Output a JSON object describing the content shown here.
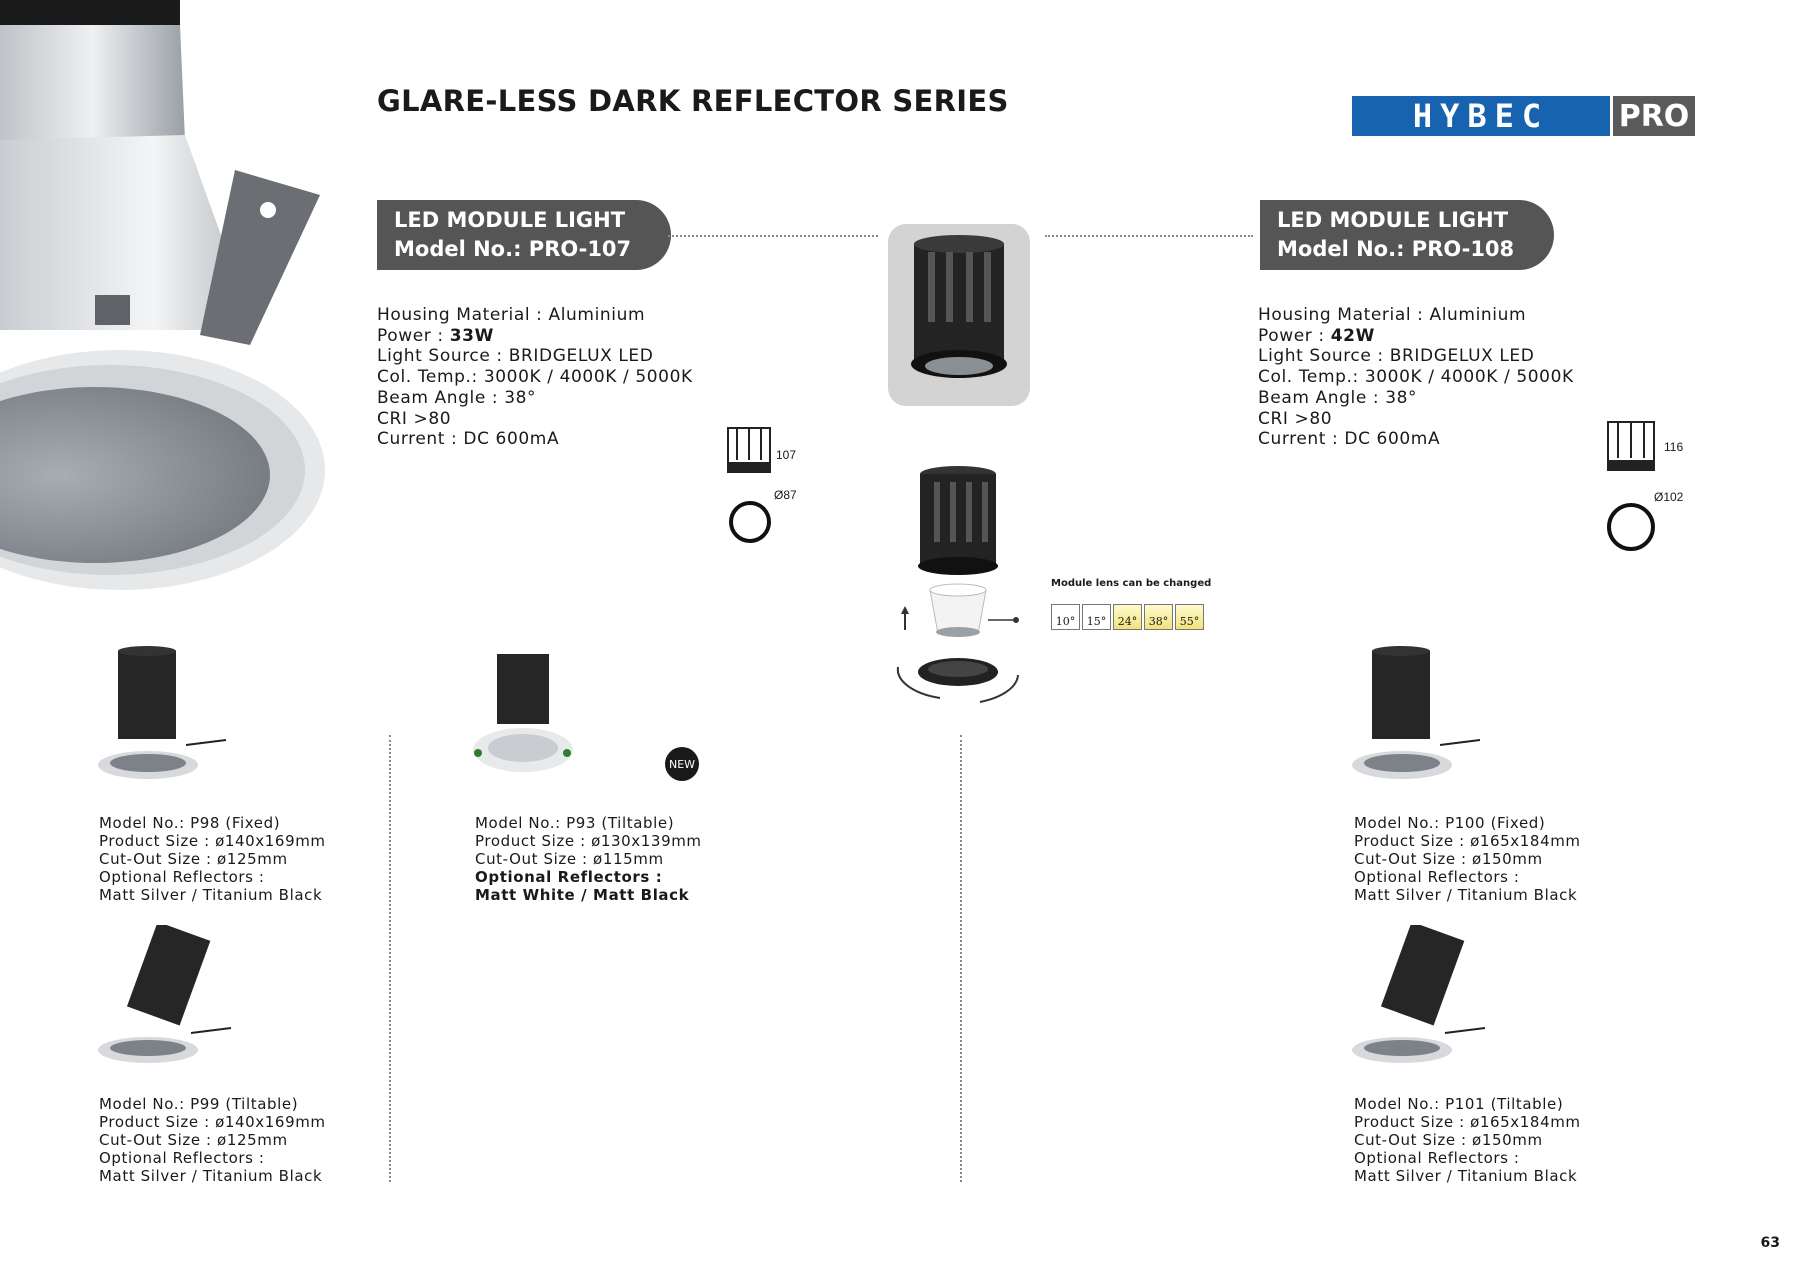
{
  "header": {
    "title": "GLARE-LESS DARK REFLECTOR SERIES",
    "logo_text": "HYBEC",
    "logo_sub": "PRO"
  },
  "modules": [
    {
      "badge_line1": "LED MODULE LIGHT",
      "badge_line2": "Model No.: PRO-107",
      "specs": {
        "housing": "Housing Material : Aluminium",
        "power_label": "Power : ",
        "power_value": "33W",
        "light_source": "Light Source : BRIDGELUX LED",
        "col_temp": "Col. Temp.: 3000K / 4000K / 5000K",
        "beam": "Beam Angle : 38°",
        "cri": "CRI >80",
        "current": "Current : DC 600mA"
      },
      "dim_height": "107",
      "dim_diameter": "Ø87"
    },
    {
      "badge_line1": "LED MODULE LIGHT",
      "badge_line2": "Model No.: PRO-108",
      "specs": {
        "housing": "Housing Material : Aluminium",
        "power_label": "Power : ",
        "power_value": "42W",
        "light_source": "Light Source : BRIDGELUX LED",
        "col_temp": "Col. Temp.: 3000K / 4000K / 5000K",
        "beam": "Beam Angle : 38°",
        "cri": "CRI >80",
        "current": "Current : DC 600mA"
      },
      "dim_height": "116",
      "dim_diameter": "Ø102"
    }
  ],
  "lens": {
    "note": "Module lens can be changed",
    "angles": [
      "10°",
      "15°",
      "24°",
      "38°",
      "55°"
    ]
  },
  "new_badge": "NEW",
  "products": {
    "p98": {
      "model": "Model No.: P98 (Fixed)",
      "size": "Product Size : ø140x169mm",
      "cutout": "Cut-Out Size : ø125mm",
      "reflectors_label": "Optional Reflectors :",
      "reflectors": "Matt Silver / Titanium Black"
    },
    "p93": {
      "model": "Model No.: P93 (Tiltable)",
      "size": "Product Size : ø130x139mm",
      "cutout": "Cut-Out Size : ø115mm",
      "reflectors_label": "Optional Reflectors :",
      "reflectors": "Matt White / Matt Black"
    },
    "p100": {
      "model": "Model No.: P100 (Fixed)",
      "size": "Product Size : ø165x184mm",
      "cutout": "Cut-Out Size : ø150mm",
      "reflectors_label": "Optional Reflectors :",
      "reflectors": "Matt Silver / Titanium Black"
    },
    "p99": {
      "model": "Model No.: P99 (Tiltable)",
      "size": "Product Size : ø140x169mm",
      "cutout": "Cut-Out Size : ø125mm",
      "reflectors_label": "Optional Reflectors :",
      "reflectors": "Matt Silver / Titanium Black"
    },
    "p101": {
      "model": "Model No.: P101 (Tiltable)",
      "size": "Product Size : ø165x184mm",
      "cutout": "Cut-Out Size : ø150mm",
      "reflectors_label": "Optional Reflectors :",
      "reflectors": "Matt Silver / Titanium Black"
    }
  },
  "page_number": "63",
  "colors": {
    "badge": "#555555",
    "logo_blue": "#1763b0",
    "logo_grey": "#5a5a5a"
  }
}
